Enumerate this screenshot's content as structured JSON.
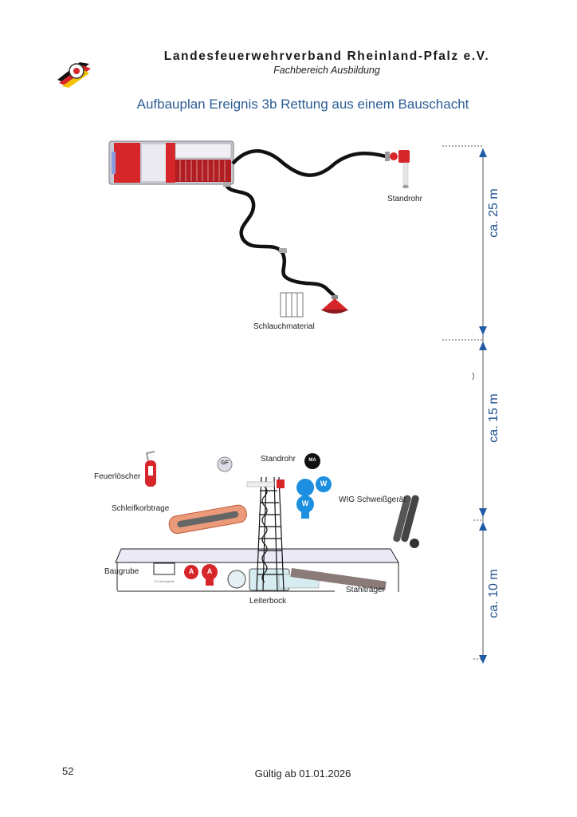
{
  "header": {
    "organization": "Landesfeuerwehrverband Rheinland-Pfalz e.V.",
    "department": "Fachbereich Ausbildung"
  },
  "title": "Aufbauplan Ereignis 3b Rettung aus einem Bauschacht",
  "diagram_top": {
    "labels": {
      "standpipe": "Standrohr",
      "hose_material": "Schlauchmaterial"
    }
  },
  "diagram_bottom": {
    "labels": {
      "extinguisher": "Feuerlöscher",
      "stretcher": "Schleifkorbtrage",
      "standpipe": "Standrohr",
      "welder": "WIG Schweißgerät",
      "pit": "Baugrube",
      "ladder_frame": "Leiterbock",
      "steel_beam": "Stahlträger",
      "gas_meter": "Ex Messgerät"
    },
    "badges": {
      "gf": "GF",
      "ma": "MA",
      "w1": "W",
      "w2": "W",
      "a1": "A",
      "a2": "A"
    }
  },
  "dimensions": [
    "ca. 25 m",
    "ca. 15 m",
    "ca. 10 m"
  ],
  "footer": {
    "page_number": "52",
    "valid_from": "Gültig ab 01.01.2026"
  },
  "colors": {
    "title_blue": "#2c5d96",
    "fire_red": "#d7262a",
    "dim_blue": "#1f5aa6"
  }
}
